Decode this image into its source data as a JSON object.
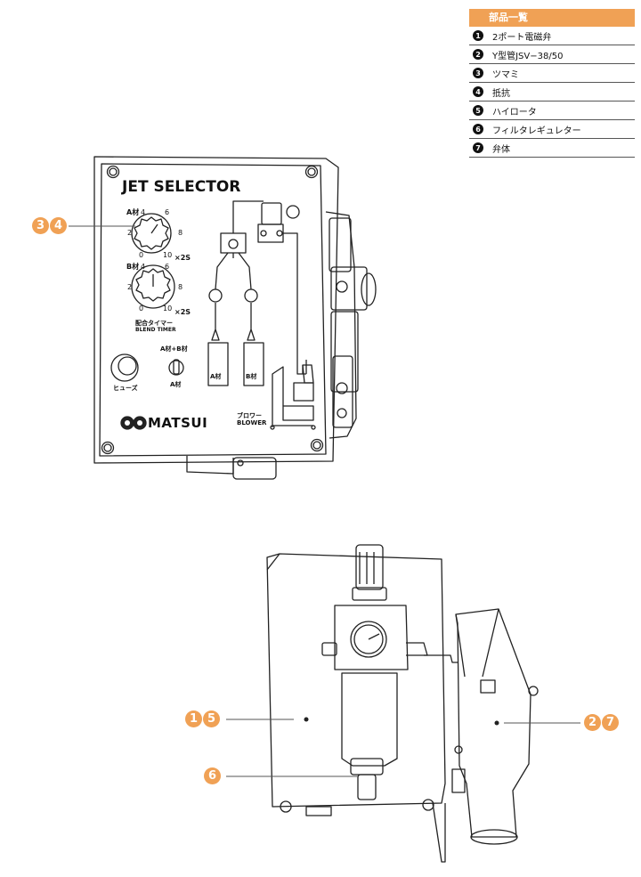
{
  "parts_table": {
    "title": "部品一覧",
    "items": [
      {
        "num": "1",
        "label": "2ポート電磁弁"
      },
      {
        "num": "2",
        "label": "Y型管JSV−38/50"
      },
      {
        "num": "3",
        "label": "ツマミ"
      },
      {
        "num": "4",
        "label": "抵抗"
      },
      {
        "num": "5",
        "label": "ハイロータ"
      },
      {
        "num": "6",
        "label": "フィルタレギュレター"
      },
      {
        "num": "7",
        "label": "弁体"
      }
    ]
  },
  "front_panel": {
    "title": "JET SELECTOR",
    "dial_a_label": "A材",
    "dial_b_label": "B材",
    "scale": {
      "t0": "0",
      "t2": "2",
      "t4": "4",
      "t6": "6",
      "t8": "8",
      "t10": "10"
    },
    "unit": "×2S",
    "timer_label_jp": "配合タイマー",
    "timer_label_en": "BLEND TIMER",
    "fuse_label": "ヒューズ",
    "switch_top": "A材+B材",
    "switch_bottom": "A材",
    "port_a": "A材",
    "port_b": "B材",
    "blower_jp": "ブロワー",
    "blower_en": "BLOWER",
    "brand": "MATSUI"
  },
  "callouts": {
    "front": [
      "3",
      "4"
    ],
    "rear_left": [
      "1",
      "5"
    ],
    "rear_right": [
      "2",
      "7"
    ],
    "rear_bottom": [
      "6"
    ]
  },
  "colors": {
    "accent": "#f0a155",
    "line": "#222222"
  }
}
